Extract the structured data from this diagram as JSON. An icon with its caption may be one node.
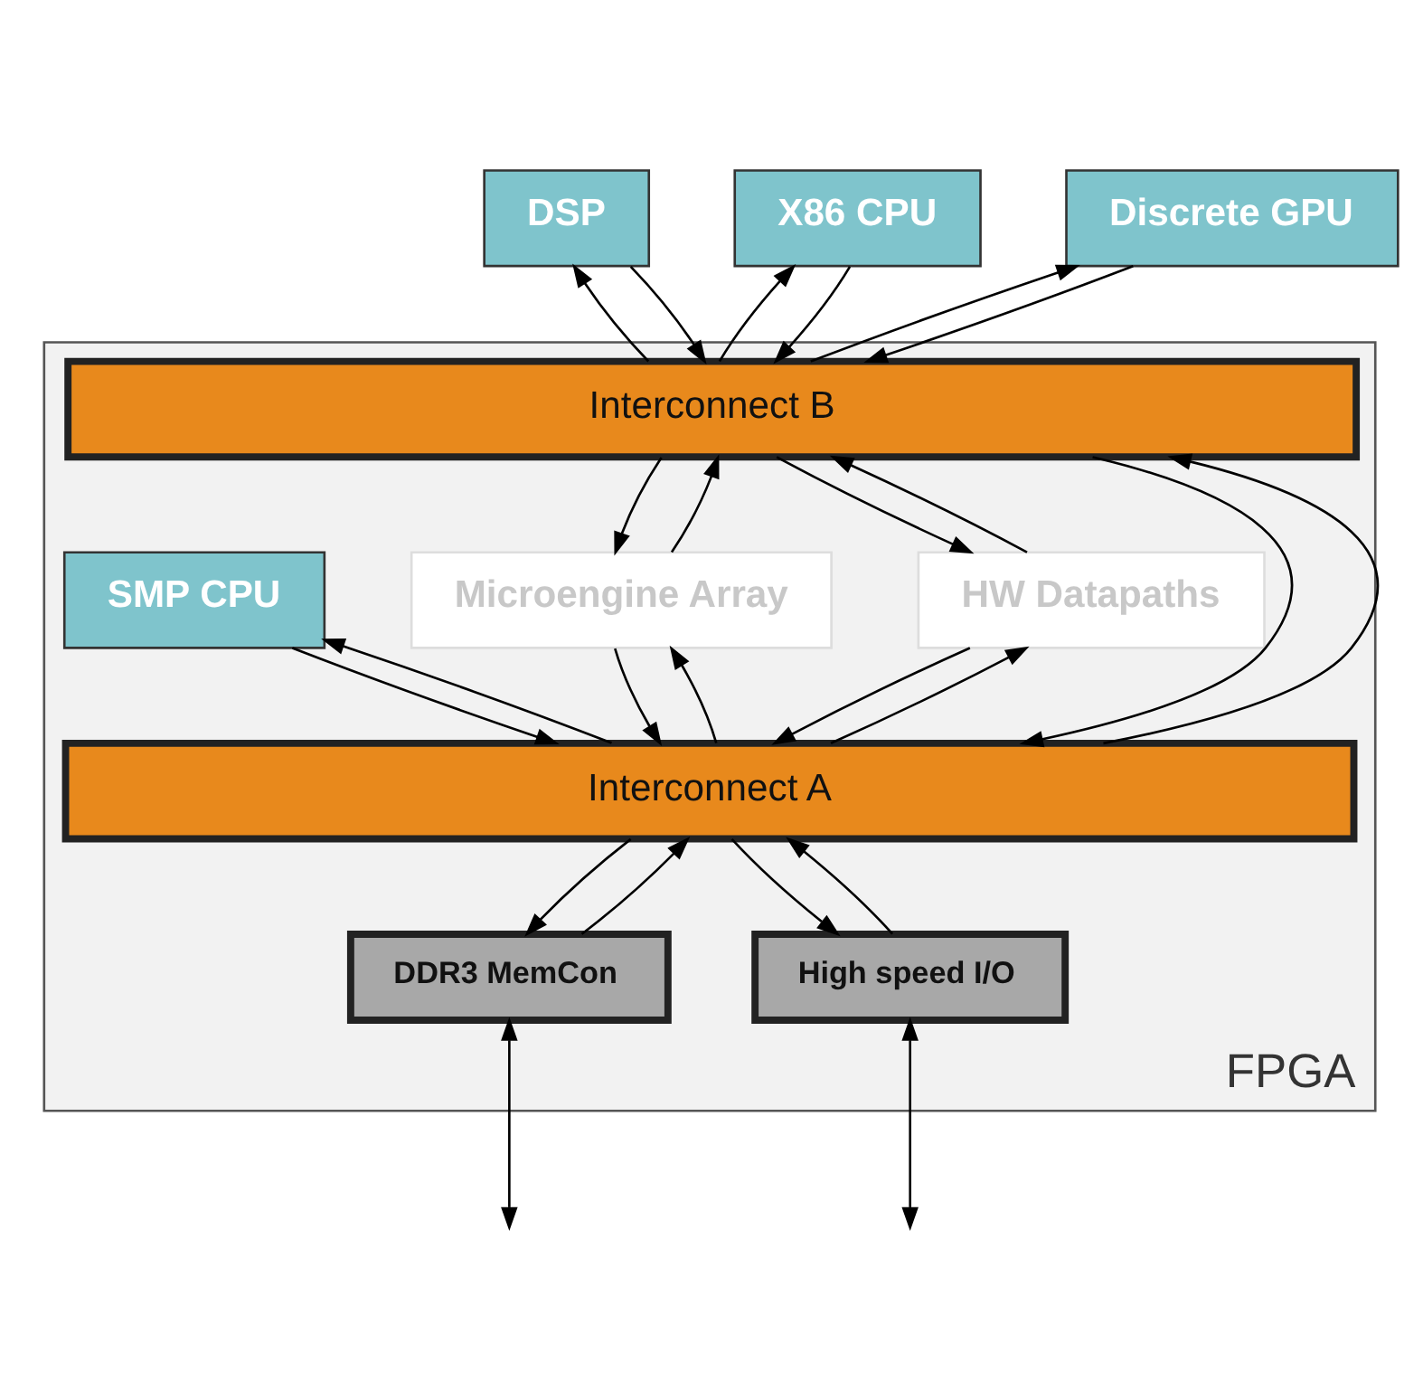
{
  "diagram": {
    "nodes": [
      {
        "text": [
          "FPGA"
        ]
      },
      {
        "text": [
          "DSP"
        ]
      },
      {
        "text": [
          "X86 CPU"
        ]
      },
      {
        "text": [
          "Discrete GPU"
        ]
      },
      {
        "text": [
          "Interconnect B"
        ],
        "in": 0
      },
      {
        "text": [
          "SMP CPU"
        ],
        "in": 0
      },
      {
        "text": [
          "Microengine Array"
        ],
        "in": 0
      },
      {
        "text": [
          "HW Datapaths"
        ],
        "in": 0
      },
      {
        "text": [
          "Interconnect A"
        ],
        "in": 0
      },
      {
        "text": [
          "DDR3 MemCon"
        ],
        "in": 0
      },
      {
        "text": [
          "High speed I/O"
        ],
        "in": 0
      }
    ],
    "edges": [
      {
        "from": 1,
        "to": 4,
        "arrow": "to"
      },
      {
        "from": 4,
        "to": 1,
        "arrow": "to"
      },
      {
        "from": 2,
        "to": 4,
        "arrow": "to"
      },
      {
        "from": 4,
        "to": 2,
        "arrow": "to"
      },
      {
        "from": 3,
        "to": 4,
        "arrow": "to"
      },
      {
        "from": 4,
        "to": 3,
        "arrow": "to"
      },
      {
        "from": 6,
        "to": 4,
        "arrow": "to"
      },
      {
        "from": 4,
        "to": 6,
        "arrow": "to"
      },
      {
        "from": 7,
        "to": 4,
        "arrow": "to"
      },
      {
        "from": 4,
        "to": 7,
        "arrow": "to"
      },
      {
        "from": 4,
        "to": 8,
        "arrow": "to"
      },
      {
        "from": 8,
        "to": 4,
        "arrow": "to"
      },
      {
        "from": 8,
        "to": 5,
        "arrow": "to"
      },
      {
        "from": 5,
        "to": 8,
        "arrow": "to"
      },
      {
        "from": 8,
        "to": 6,
        "arrow": "to"
      },
      {
        "from": 6,
        "to": 8,
        "arrow": "to"
      },
      {
        "from": 8,
        "to": 7,
        "arrow": "to"
      },
      {
        "from": 7,
        "to": 8,
        "arrow": "to"
      },
      {
        "from": 9,
        "to": 8,
        "arrow": "to"
      },
      {
        "from": 8,
        "to": 9,
        "arrow": "to"
      },
      {
        "from": 10,
        "to": 8,
        "arrow": "to"
      },
      {
        "from": 8,
        "to": 10,
        "arrow": "to"
      },
      {
        "from": 9,
        "to": null,
        "arrow": "both"
      },
      {
        "from": 10,
        "to": null,
        "arrow": "both"
      }
    ]
  }
}
